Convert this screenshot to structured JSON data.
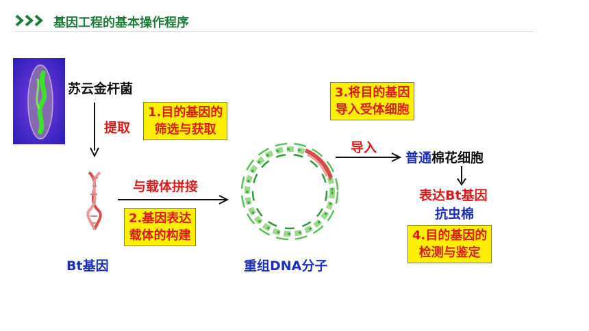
{
  "header": {
    "title": "基因工程的基本操作程序"
  },
  "labels": {
    "bacterium": "苏云金杆菌",
    "extract": "提取",
    "bt_gene": "Bt基因",
    "splice": "与载体拼接",
    "recombinant": "重组DNA分子",
    "import": "导入",
    "cotton_a": "普通",
    "cotton_b": "棉花细胞",
    "express": "表达Bt基因",
    "insect": "抗虫棉"
  },
  "steps": {
    "s1_line1": "1.目的基因的",
    "s1_line2": "筛选与获取",
    "s2_line1": "2.基因表达",
    "s2_line2": "载体的构建",
    "s3_line1": "3.将目的基因",
    "s3_line2": "导入受体细胞",
    "s4_line1": "4.目的基因的",
    "s4_line2": "检测与鉴定"
  },
  "colors": {
    "title_green": "#1f7a3a",
    "step_yellow": "#ffef00",
    "step_red": "#d81b1b",
    "blue": "#1c2fb8"
  }
}
